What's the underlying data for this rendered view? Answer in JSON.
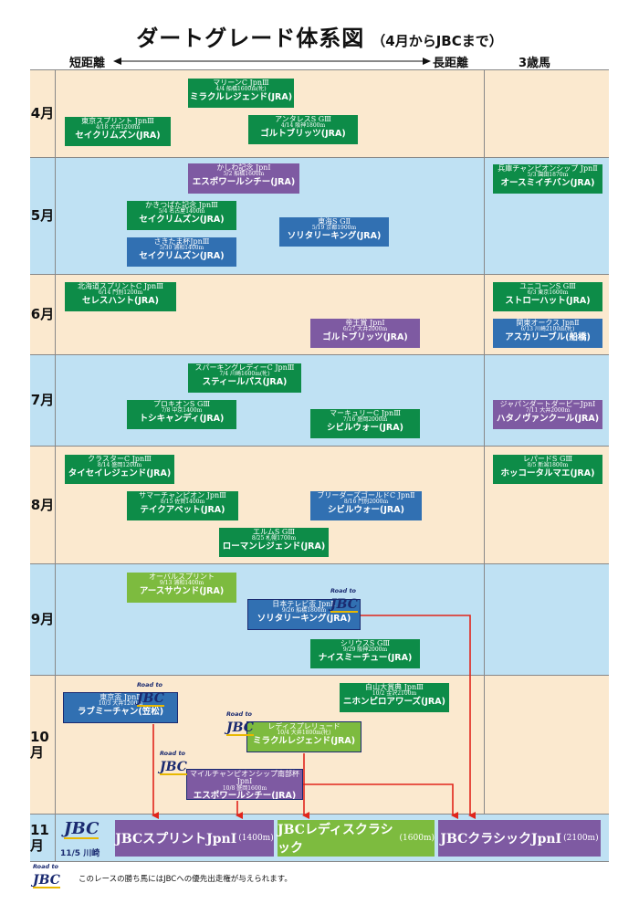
{
  "title": "ダートグレード体系図",
  "subtitle": "（4月からJBCまで）",
  "header": {
    "short": "短距離",
    "long": "長距離",
    "three_year": "3歳馬"
  },
  "months": [
    "4月",
    "5月",
    "6月",
    "7月",
    "8月",
    "9月",
    "10月",
    "11月"
  ],
  "races": {
    "marine": {
      "name": "マリーンC JpnⅢ",
      "info": "4/4 船橋1600m(牝)",
      "winner": "ミラクルレジェンド(JRA)"
    },
    "tokyo_sprint": {
      "name": "東京スプリント JpnⅢ",
      "info": "4/18 大井1200m",
      "winner": "セイクリムズン(JRA)"
    },
    "antares": {
      "name": "アンタレスS GⅢ",
      "info": "4/14 阪神1800m",
      "winner": "ゴルトブリッツ(JRA)"
    },
    "kashiwa": {
      "name": "かしわ記念 JpnⅠ",
      "info": "5/2 船橋1600m",
      "winner": "エスポワールシチー(JRA)"
    },
    "hyogo_cs": {
      "name": "兵庫チャンピオンシップ JpnⅡ",
      "info": "5/3 園田1870m",
      "winner": "オースミイチバン(JRA)"
    },
    "kakitsubata": {
      "name": "かきつばた記念 JpnⅢ",
      "info": "5/4 名古屋1400m",
      "winner": "セイクリムズン(JRA)"
    },
    "tokai": {
      "name": "東海S GⅡ",
      "info": "5/19 京都1900m",
      "winner": "ソリタリーキング(JRA)"
    },
    "sakitama": {
      "name": "さきたま杯JpnⅢ",
      "info": "5/30 浦和1400m",
      "winner": "セイクリムズン(JRA)"
    },
    "hokkaido_sprint": {
      "name": "北海道スプリントC JpnⅢ",
      "info": "6/14 門別1200m",
      "winner": "セレスハント(JRA)"
    },
    "unicorn": {
      "name": "ユニコーンS GⅢ",
      "info": "6/3 東京1600m",
      "winner": "ストローハット(JRA)"
    },
    "teio": {
      "name": "帝王賞 JpnⅠ",
      "info": "6/27 大井2000m",
      "winner": "ゴルトブリッツ(JRA)"
    },
    "kanto_oaks": {
      "name": "関東オークス JpnⅡ",
      "info": "6/13 川崎2100m(牝)",
      "winner": "アスカリーブル(船橋)"
    },
    "sparking_lady": {
      "name": "スパーキングレディーC JpnⅢ",
      "info": "7/4 川崎1600m(牝)",
      "winner": "スティールパス(JRA)"
    },
    "procyon": {
      "name": "プロキオンS GⅢ",
      "info": "7/8 中京1400m",
      "winner": "トシキャンディ(JRA)"
    },
    "japan_dd": {
      "name": "ジャパンダートダービーJpnⅠ",
      "info": "7/11 大井2000m",
      "winner": "ハタノヴァンクール(JRA)"
    },
    "mercury": {
      "name": "マーキュリーC JpnⅢ",
      "info": "7/16 盛岡2000m",
      "winner": "シビルウォー(JRA)"
    },
    "cluster": {
      "name": "クラスターC JpnⅢ",
      "info": "8/14 盛岡1200m",
      "winner": "タイセイレジェンド(JRA)"
    },
    "leopard": {
      "name": "レパードS GⅢ",
      "info": "8/5 新潟1800m",
      "winner": "ホッコータルマエ(JRA)"
    },
    "summer_champion": {
      "name": "サマーチャンピオン JpnⅢ",
      "info": "8/15 佐賀1400m",
      "winner": "テイクアベット(JRA)"
    },
    "breeders_gold": {
      "name": "ブリーダーズゴールドC JpnⅡ",
      "info": "8/16 門別2000m",
      "winner": "シビルウォー(JRA)"
    },
    "elm": {
      "name": "エルムS GⅢ",
      "info": "8/25 札幌1700m",
      "winner": "ローマンレジェンド(JRA)"
    },
    "overall_sprint": {
      "name": "オーバルスプリント",
      "info": "9/13 浦和1400m",
      "winner": "アースサウンド(JRA)"
    },
    "nittere": {
      "name": "日本テレビ盃 JpnⅡ",
      "info": "9/26 船橋1800m",
      "winner": "ソリタリーキング(JRA)"
    },
    "sirius": {
      "name": "シリウスS GⅢ",
      "info": "9/29 阪神2000m",
      "winner": "ナイスミーチュー(JRA)"
    },
    "shirayama": {
      "name": "白山大賞典 JpnⅢ",
      "info": "10/2 金沢2100m",
      "winner": "ニホンピロアワーズ(JRA)"
    },
    "tokyo_hai": {
      "name": "東京盃 JpnⅡ",
      "info": "10/3 大井1200m",
      "winner": "ラブミーチャン(笠松)"
    },
    "ladies_prelude": {
      "name": "レディスプレリュード",
      "info": "10/4 大井1800m(牝)",
      "winner": "ミラクルレジェンド(JRA)"
    },
    "mile_cs": {
      "name": "マイルチャンピオンシップ南部杯 JpnⅠ",
      "info": "10/8 盛岡1600m",
      "winner": "エスポワールシチー(JRA)"
    }
  },
  "jbc": {
    "place": "11/5 川崎",
    "sprint": {
      "name": "JBCスプリントJpnⅠ",
      "dist": "(1400m)"
    },
    "ladies": {
      "name": "JBCレディスクラシック",
      "dist": "(1600m)"
    },
    "classic": {
      "name": "JBCクラシックJpnⅠ",
      "dist": "(2100m)"
    }
  },
  "logo": {
    "road_to": "Road to",
    "mark": "JBC"
  },
  "footnote": "このレースの勝ち馬にはJBCへの優先出走権が与えられます。",
  "colors": {
    "band_cream": "#fbe9cf",
    "band_blue": "#bfe1f3",
    "green": "#0d8c48",
    "blue": "#3170b2",
    "purple": "#7e5aa2",
    "light_green": "#7dbb3f",
    "arrow_red": "#e1251b"
  }
}
